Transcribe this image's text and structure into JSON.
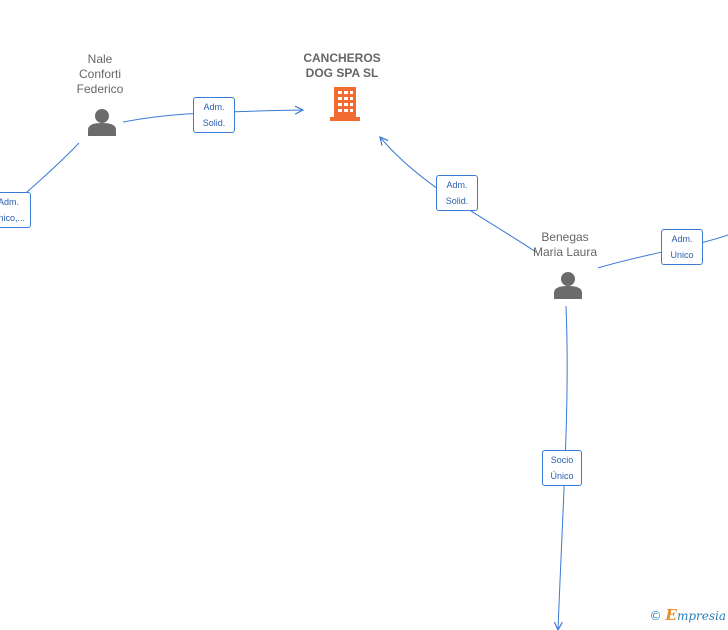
{
  "company": {
    "name": "CANCHEROS\nDOG SPA  SL",
    "color": "#f26b2f"
  },
  "persons": {
    "nale": {
      "name": "Nale\nConforti\nFederico"
    },
    "benegas": {
      "name": "Benegas\nMaria Laura"
    }
  },
  "edges": {
    "nale_company": "Adm.\nSolid.",
    "benegas_company": "Adm.\nSolid.",
    "left_offscreen": "Adm.\nUnico,...",
    "right_offscreen": "Adm.\nUnico",
    "bottom_offscreen": "Socio\nÚnico"
  },
  "brand": {
    "copyright": "©",
    "e": "E",
    "rest": "mpresia"
  },
  "colors": {
    "edge": "#3a7bd5",
    "person": "#6b6b6b",
    "company": "#f26b2f"
  }
}
